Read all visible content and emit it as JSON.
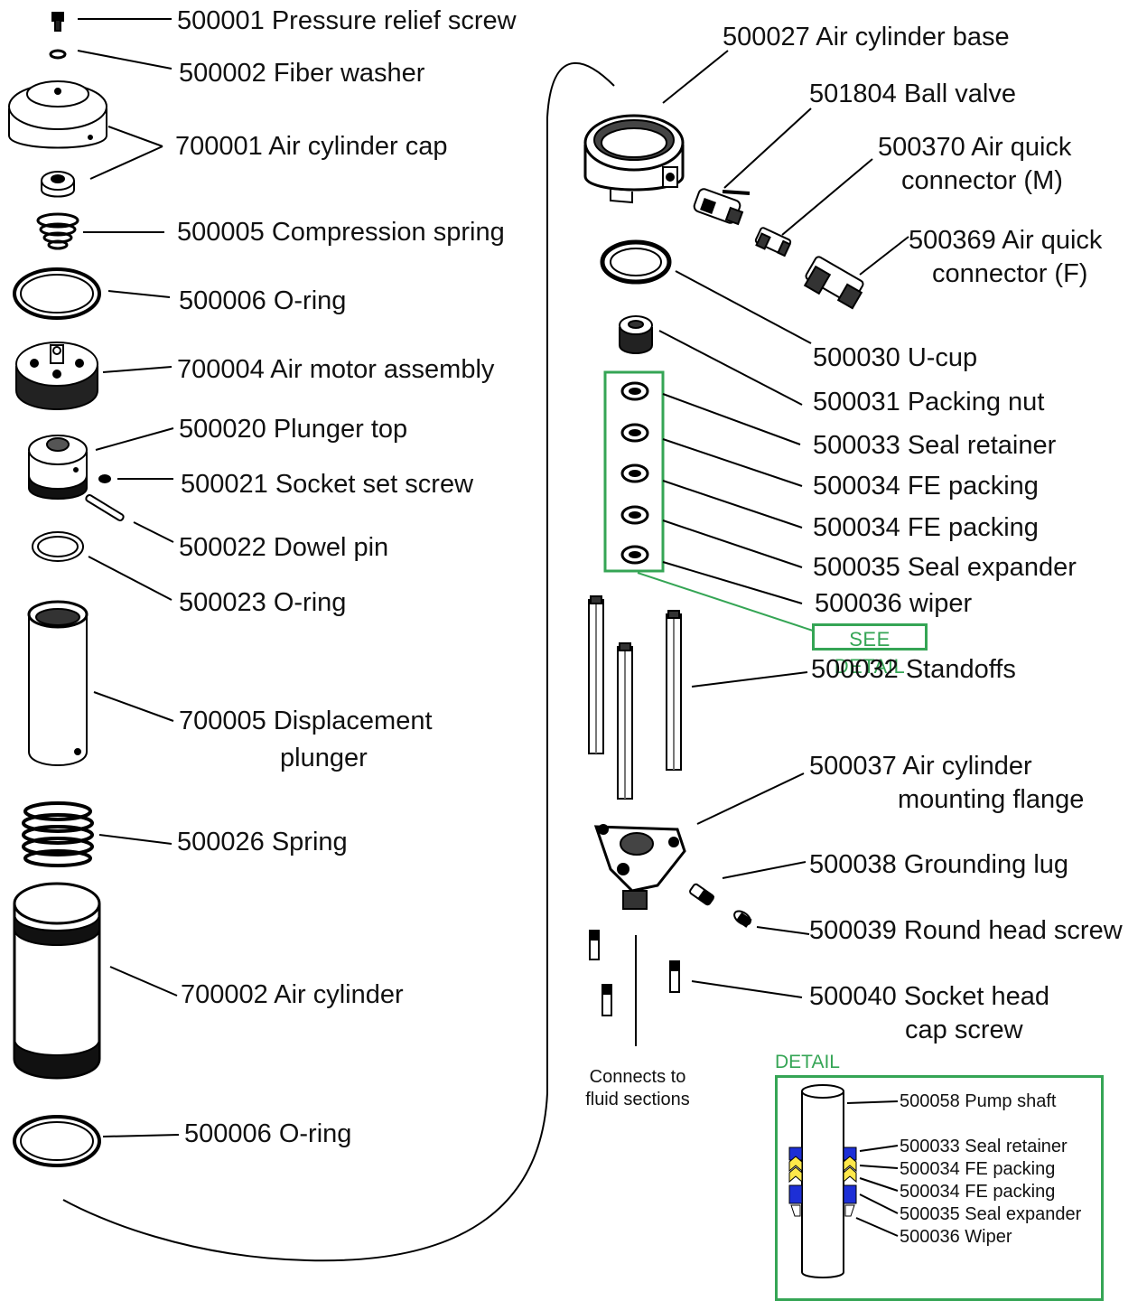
{
  "labels": {
    "p500001": "500001 Pressure relief screw",
    "p500002": "500002 Fiber washer",
    "p700001": "700001 Air cylinder cap",
    "p500005": "500005 Compression spring",
    "p500006a": "500006 O-ring",
    "p700004": "700004 Air motor assembly",
    "p500020": "500020 Plunger top",
    "p500021": "500021 Socket set screw",
    "p500022": "500022 Dowel pin",
    "p500023": "500023 O-ring",
    "p700005_1": "700005 Displacement",
    "p700005_2": "plunger",
    "p500026": "500026 Spring",
    "p700002": "700002 Air cylinder",
    "p500006b": "500006 O-ring",
    "p500027": "500027 Air cylinder base",
    "p501804": "501804 Ball valve",
    "p500370_1": "500370 Air quick",
    "p500370_2": "connector (M)",
    "p500369_1": "500369 Air quick",
    "p500369_2": "connector (F)",
    "p500030": "500030 U-cup",
    "p500031": "500031 Packing nut",
    "p500033": "500033 Seal retainer",
    "p500034a": "500034 FE packing",
    "p500034b": "500034 FE packing",
    "p500035": "500035 Seal expander",
    "p500036": "500036 wiper",
    "see_detail": "SEE DETAIL",
    "p500032": "500032 Standoffs",
    "p500037_1": "500037 Air cylinder",
    "p500037_2": "mounting flange",
    "p500038": "500038 Grounding lug",
    "p500039": "500039 Round head screw",
    "p500040_1": "500040 Socket head",
    "p500040_2": "cap screw",
    "connects_1": "Connects to",
    "connects_2": "fluid sections"
  },
  "detail": {
    "title": "DETAIL",
    "items": [
      "500058 Pump shaft",
      "500033 Seal retainer",
      "500034 FE packing",
      "500034 FE packing",
      "500035 Seal expander",
      "500036 Wiper"
    ]
  },
  "colors": {
    "accent_green": "#35a555",
    "seal_blue": "#1d2fd6",
    "packing_yellow": "#ffe84a"
  }
}
